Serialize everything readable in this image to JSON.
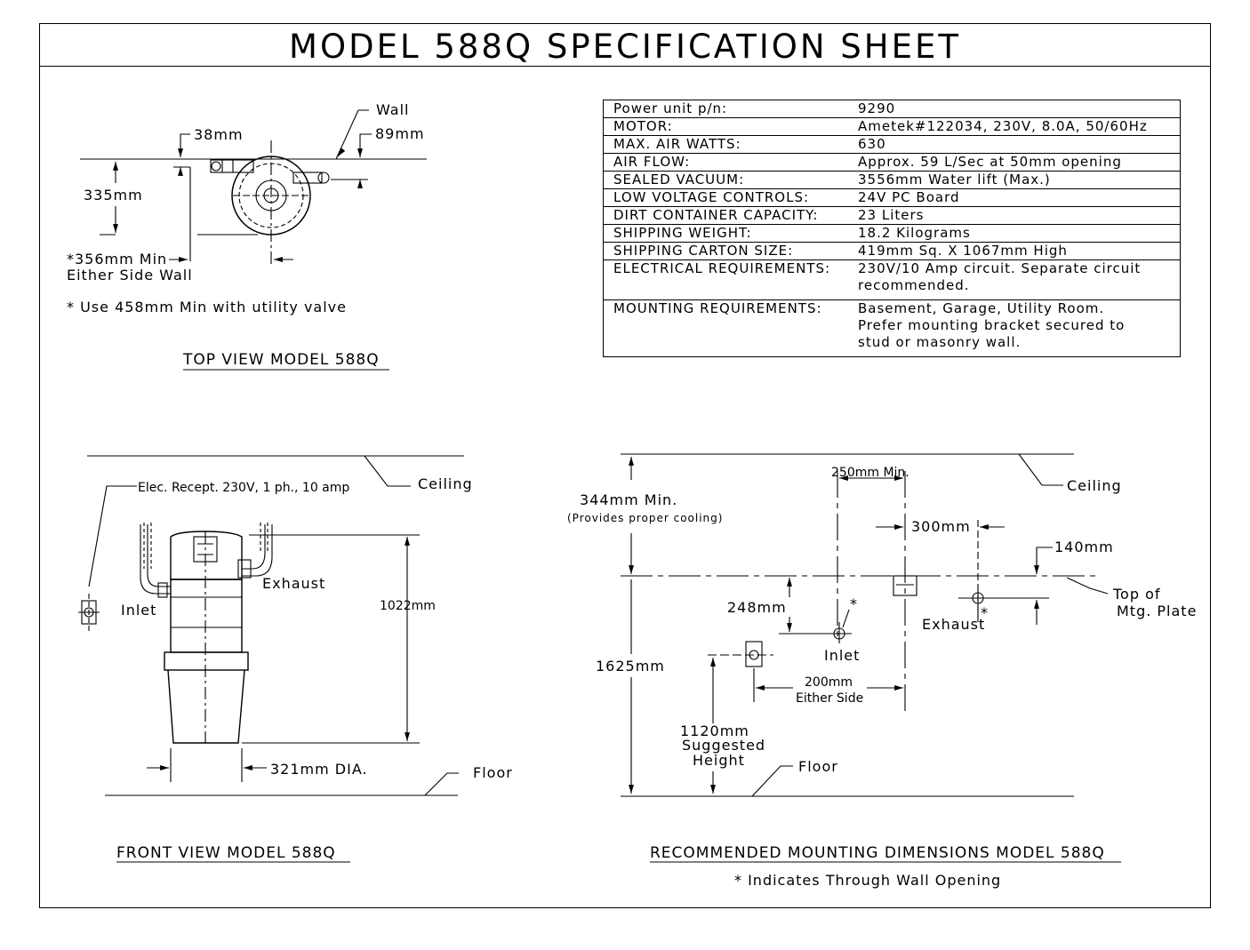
{
  "title": "MODEL 588Q SPECIFICATION SHEET",
  "spec_table": [
    {
      "label": "Power unit p/n:",
      "value": "9290"
    },
    {
      "label": "MOTOR:",
      "value": "Ametek#122034, 230V, 8.0A, 50/60Hz"
    },
    {
      "label": "MAX. AIR WATTS:",
      "value": "630"
    },
    {
      "label": "AIR FLOW:",
      "value": "Approx. 59 L/Sec at 50mm opening"
    },
    {
      "label": "SEALED VACUUM:",
      "value": "3556mm Water lift (Max.)"
    },
    {
      "label": "LOW VOLTAGE CONTROLS:",
      "value": "24V PC Board"
    },
    {
      "label": "DIRT CONTAINER CAPACITY:",
      "value": "23 Liters"
    },
    {
      "label": "SHIPPING WEIGHT:",
      "value": "18.2 Kilograms"
    },
    {
      "label": "SHIPPING CARTON SIZE:",
      "value": "419mm Sq. X 1067mm High"
    },
    {
      "label": "ELECTRICAL REQUIREMENTS:",
      "value": "230V/10 Amp circuit. Separate circuit\nrecommended."
    },
    {
      "label": "MOUNTING REQUIREMENTS:",
      "value": "Basement, Garage, Utility Room.\nPrefer mounting bracket secured to\nstud or masonry wall."
    }
  ],
  "top_view": {
    "wall": "Wall",
    "dim_38": "38mm",
    "dim_89": "89mm",
    "dim_335": "335mm",
    "min_line1": "*356mm Min",
    "min_line2": "Either Side Wall",
    "note": "* Use 458mm Min with utility valve",
    "caption": "TOP VIEW MODEL 588Q"
  },
  "front_view": {
    "elec": "Elec. Recept. 230V, 1 ph., 10 amp",
    "ceiling": "Ceiling",
    "exhaust": "Exhaust",
    "inlet": "Inlet",
    "height": "1022mm",
    "dia": "321mm DIA.",
    "floor": "Floor",
    "caption": "FRONT VIEW MODEL 588Q"
  },
  "mounting_view": {
    "clear_min": "250mm Min.",
    "ceiling": "Ceiling",
    "top_clear": "344mm Min.",
    "top_clear_note": "(Provides proper cooling)",
    "dim_300": "300mm",
    "dim_140": "140mm",
    "top_plate_1": "Top of",
    "top_plate_2": "Mtg. Plate",
    "dim_248": "248mm",
    "star1": "*",
    "star2": "*",
    "exhaust": "Exhaust",
    "inlet": "Inlet",
    "total": "1625mm",
    "either_1": "200mm",
    "either_2": "Either Side",
    "sugg_1": "1120mm",
    "sugg_2": "Suggested",
    "sugg_3": "Height",
    "floor": "Floor",
    "caption": "RECOMMENDED MOUNTING DIMENSIONS MODEL 588Q",
    "footnote": "* Indicates Through Wall Opening"
  }
}
